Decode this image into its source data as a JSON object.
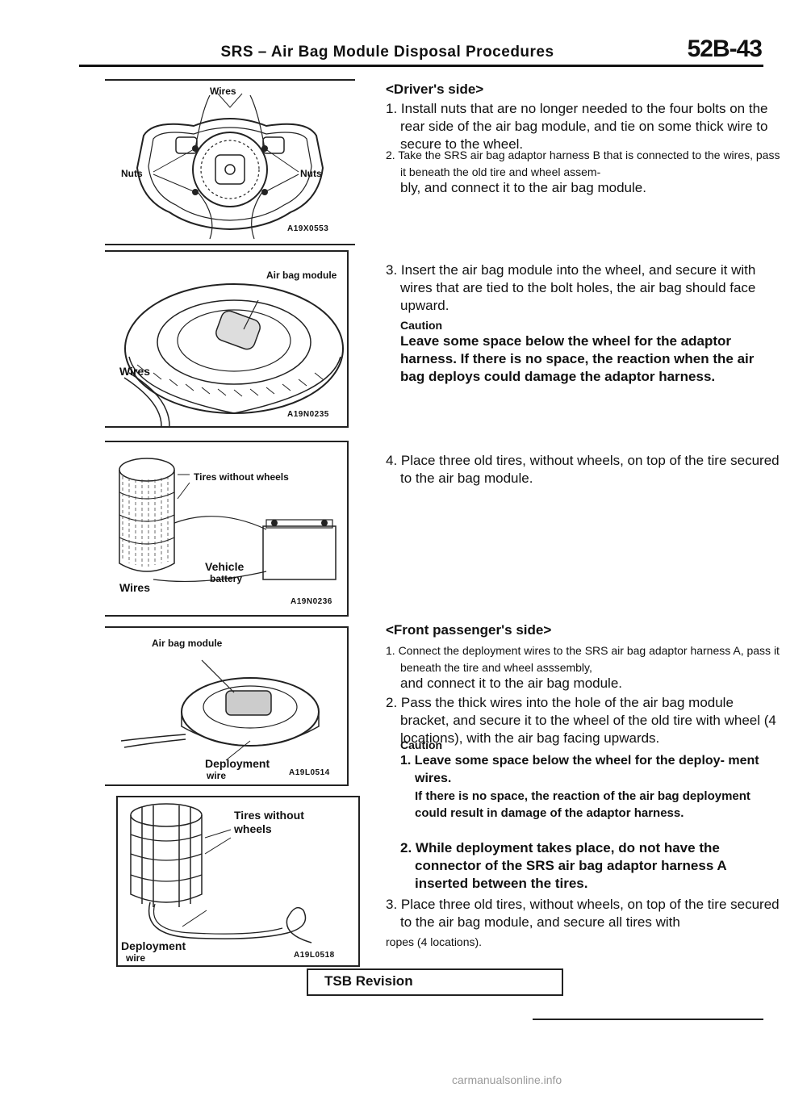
{
  "header": {
    "title": "SRS – Air Bag Module Disposal Procedures",
    "page_number": "52B-43"
  },
  "figures": [
    {
      "code": "A19X0553",
      "labels": {
        "top": "Wires",
        "left": "Nuts",
        "right": "Nuts"
      }
    },
    {
      "code": "A19N0235",
      "labels": {
        "module": "Air bag module",
        "wires": "Wires"
      }
    },
    {
      "code": "A19N0236",
      "labels": {
        "tires": "Tires without wheels",
        "vehicle": "Vehicle",
        "battery": "battery",
        "wires": "Wires"
      }
    },
    {
      "code": "A19L0514",
      "labels": {
        "module": "Air bag module",
        "deploy": "Deployment",
        "wire": "wire"
      }
    },
    {
      "code": "A19L0518",
      "labels": {
        "tires_a": "Tires without",
        "tires_b": "wheels",
        "deploy": "Deployment",
        "wire": "wire"
      }
    }
  ],
  "drivers": {
    "heading": "<Driver's side>",
    "step1": "1. Install nuts that are no longer needed to the four bolts on the rear side of the air bag module, and tie on some thick wire to secure to the wheel.",
    "step2a": "2. Take the SRS air bag adaptor harness B that is connected to the wires, pass it beneath the old tire and wheel assem-",
    "step2b": "bly, and connect it to the air bag module.",
    "step3": "3. Insert the air bag module into the wheel, and secure it with wires that are tied to the bolt holes, the air bag should face upward.",
    "caution_label": "Caution",
    "caution_text": "Leave some space below the wheel for the adaptor harness. If there is no space, the reaction when the air bag deploys could damage the adaptor harness.",
    "step4": "4. Place three old tires, without wheels, on top of the tire secured to the air bag module."
  },
  "passenger": {
    "heading": "<Front passenger's side>",
    "step1a": "1. Connect the deployment wires to the SRS air bag adaptor harness A, pass it beneath the tire and wheel asssembly,",
    "step1b": "and connect it to the air bag module.",
    "step2": "2. Pass the thick wires into the hole of the air bag module bracket, and secure it to the wheel of the old tire with wheel (4 locations), with the air bag facing upwards.",
    "caution_label": "Caution",
    "caution1a": "1. Leave some space below the wheel for the deploy- ment wires.",
    "caution1b": "If there is no space, the reaction of the air bag deployment could result in damage of the adaptor harness.",
    "caution2": "2. While deployment takes place, do not have the connector of the SRS air bag adaptor harness A inserted between the tires.",
    "step3a": "3. Place three old tires, without wheels, on top of the tire secured to the air bag module, and secure all tires with",
    "step3b": "ropes (4 locations)."
  },
  "footer": {
    "tsb": "TSB Revision",
    "watermark": "carmanualsonline.info"
  }
}
